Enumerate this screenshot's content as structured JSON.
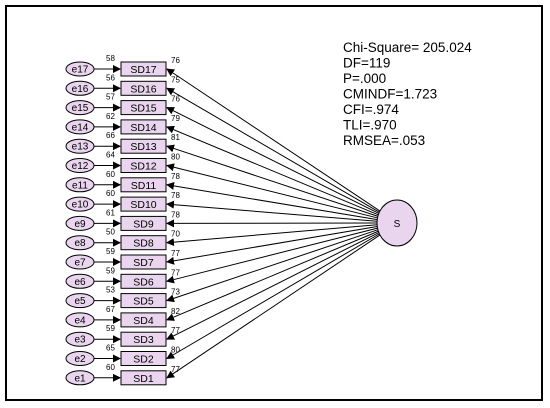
{
  "fit_statistics": [
    "Chi-Square= 205.024",
    "DF=119",
    "P=.000",
    "CMINDF=1.723",
    "CFI=.974",
    "TLI=.970",
    "RMSEA=.053"
  ],
  "latent": {
    "label": "S"
  },
  "indicators": [
    {
      "error": "e17",
      "item": "SD17",
      "r2": "58",
      "loading": "76"
    },
    {
      "error": "e16",
      "item": "SD16",
      "r2": "56",
      "loading": "75"
    },
    {
      "error": "e15",
      "item": "SD15",
      "r2": "57",
      "loading": "76"
    },
    {
      "error": "e14",
      "item": "SD14",
      "r2": "62",
      "loading": "79"
    },
    {
      "error": "e13",
      "item": "SD13",
      "r2": "66",
      "loading": "81"
    },
    {
      "error": "e12",
      "item": "SD12",
      "r2": "64",
      "loading": "80"
    },
    {
      "error": "e11",
      "item": "SD11",
      "r2": "60",
      "loading": "78"
    },
    {
      "error": "e10",
      "item": "SD10",
      "r2": "60",
      "loading": "78"
    },
    {
      "error": "e9",
      "item": "SD9",
      "r2": "61",
      "loading": "78"
    },
    {
      "error": "e8",
      "item": "SD8",
      "r2": "50",
      "loading": "70"
    },
    {
      "error": "e7",
      "item": "SD7",
      "r2": "59",
      "loading": "77"
    },
    {
      "error": "e6",
      "item": "SD6",
      "r2": "59",
      "loading": "77"
    },
    {
      "error": "e5",
      "item": "SD5",
      "r2": "53",
      "loading": "73"
    },
    {
      "error": "e4",
      "item": "SD4",
      "r2": "67",
      "loading": "82"
    },
    {
      "error": "e3",
      "item": "SD3",
      "r2": "59",
      "loading": "77"
    },
    {
      "error": "e2",
      "item": "SD2",
      "r2": "65",
      "loading": "80"
    },
    {
      "error": "e1",
      "item": "SD1",
      "r2": "60",
      "loading": "77"
    }
  ],
  "colors": {
    "node_fill": "#e9d6ee",
    "stroke": "#000000"
  }
}
